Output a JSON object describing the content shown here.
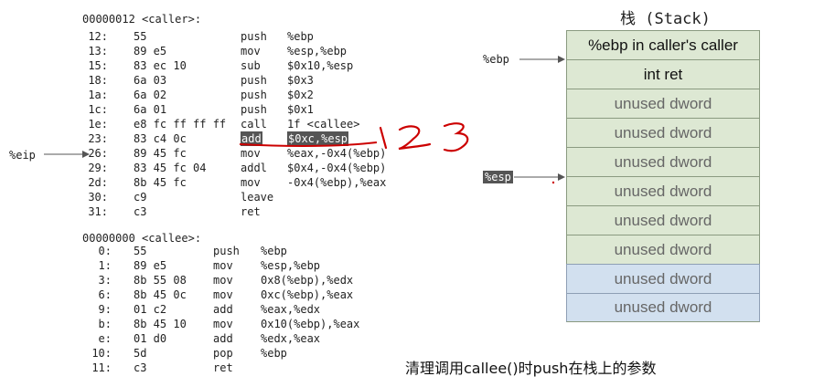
{
  "caller": {
    "header": "00000012 <caller>:",
    "rows": [
      {
        "off": "12:",
        "bytes": "55",
        "op": "push",
        "args": "%ebp"
      },
      {
        "off": "13:",
        "bytes": "89 e5",
        "op": "mov",
        "args": "%esp,%ebp"
      },
      {
        "off": "15:",
        "bytes": "83 ec 10",
        "op": "sub",
        "args": "$0x10,%esp"
      },
      {
        "off": "18:",
        "bytes": "6a 03",
        "op": "push",
        "args": "$0x3"
      },
      {
        "off": "1a:",
        "bytes": "6a 02",
        "op": "push",
        "args": "$0x2"
      },
      {
        "off": "1c:",
        "bytes": "6a 01",
        "op": "push",
        "args": "$0x1"
      },
      {
        "off": "1e:",
        "bytes": "e8 fc ff ff ff",
        "op": "call",
        "args": "1f <callee>"
      },
      {
        "off": "23:",
        "bytes": "83 c4 0c",
        "op": "add",
        "args": "$0xc,%esp"
      },
      {
        "off": "26:",
        "bytes": "89 45 fc",
        "op": "mov",
        "args": "%eax,-0x4(%ebp)"
      },
      {
        "off": "29:",
        "bytes": "83 45 fc 04",
        "op": "addl",
        "args": "$0x4,-0x4(%ebp)"
      },
      {
        "off": "2d:",
        "bytes": "8b 45 fc",
        "op": "mov",
        "args": "-0x4(%ebp),%eax"
      },
      {
        "off": "30:",
        "bytes": "c9",
        "op": "leave",
        "args": ""
      },
      {
        "off": "31:",
        "bytes": "c3",
        "op": "ret",
        "args": ""
      }
    ]
  },
  "callee": {
    "header": "00000000 <callee>:",
    "rows": [
      {
        "off": "0:",
        "bytes": "55",
        "op": "push",
        "args": "%ebp"
      },
      {
        "off": "1:",
        "bytes": "89 e5",
        "op": "mov",
        "args": "%esp,%ebp"
      },
      {
        "off": "3:",
        "bytes": "8b 55 08",
        "op": "mov",
        "args": "0x8(%ebp),%edx"
      },
      {
        "off": "6:",
        "bytes": "8b 45 0c",
        "op": "mov",
        "args": "0xc(%ebp),%eax"
      },
      {
        "off": "9:",
        "bytes": "01 c2",
        "op": "add",
        "args": "%eax,%edx"
      },
      {
        "off": "b:",
        "bytes": "8b 45 10",
        "op": "mov",
        "args": "0x10(%ebp),%eax"
      },
      {
        "off": "e:",
        "bytes": "01 d0",
        "op": "add",
        "args": "%edx,%eax"
      },
      {
        "off": "10:",
        "bytes": "5d",
        "op": "pop",
        "args": "%ebp"
      },
      {
        "off": "11:",
        "bytes": "c3",
        "op": "ret",
        "args": ""
      }
    ]
  },
  "registers": {
    "eip": "%eip",
    "ebp": "%ebp",
    "esp": "%esp"
  },
  "annotation": {
    "handwritten": "1 2 3"
  },
  "stack": {
    "title": "栈 (Stack)",
    "cells": [
      {
        "label": "%ebp in caller's caller",
        "color": "green",
        "kind": "used"
      },
      {
        "label": "int ret",
        "color": "green",
        "kind": "used"
      },
      {
        "label": "unused dword",
        "color": "green",
        "kind": "unused"
      },
      {
        "label": "unused dword",
        "color": "green",
        "kind": "unused"
      },
      {
        "label": "unused dword",
        "color": "green",
        "kind": "unused"
      },
      {
        "label": "unused dword",
        "color": "green",
        "kind": "unused"
      },
      {
        "label": "unused dword",
        "color": "green",
        "kind": "unused"
      },
      {
        "label": "unused dword",
        "color": "green",
        "kind": "unused"
      },
      {
        "label": "unused dword",
        "color": "blue",
        "kind": "unused"
      },
      {
        "label": "unused dword",
        "color": "blue",
        "kind": "unused"
      }
    ]
  },
  "caption": "清理调用callee()时push在栈上的参数",
  "colors": {
    "green": "#dde8d3",
    "blue": "#d2e0ef",
    "highlight": "#555555",
    "ink": "#cc0000"
  }
}
